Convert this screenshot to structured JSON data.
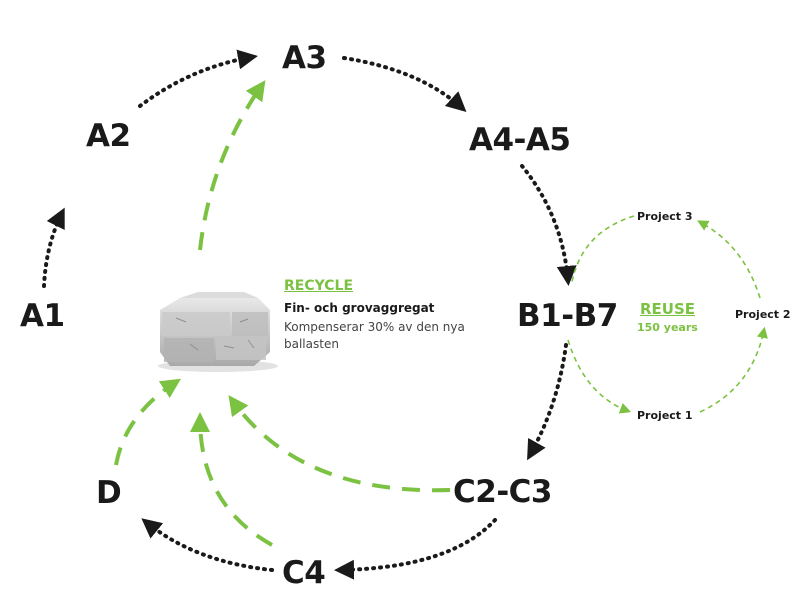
{
  "stages": {
    "a1": "A1",
    "a2": "A2",
    "a3": "A3",
    "a4a5": "A4-A5",
    "b1b7": "B1-B7",
    "c2c3": "C2-C3",
    "c4": "C4",
    "d": "D"
  },
  "recycle": {
    "title": "RECYCLE",
    "subtitle": "Fin- och grovaggregat",
    "description": "Kompenserar 30% av den nya ballasten"
  },
  "reuse": {
    "title": "REUSE",
    "subtitle": "150 years",
    "projects": [
      "Project 1",
      "Project 2",
      "Project 3"
    ]
  },
  "colors": {
    "black_arrow": "#1a1a1a",
    "green_arrow": "#7cc242"
  },
  "icons": {
    "concrete_block": "concrete-block-icon"
  }
}
